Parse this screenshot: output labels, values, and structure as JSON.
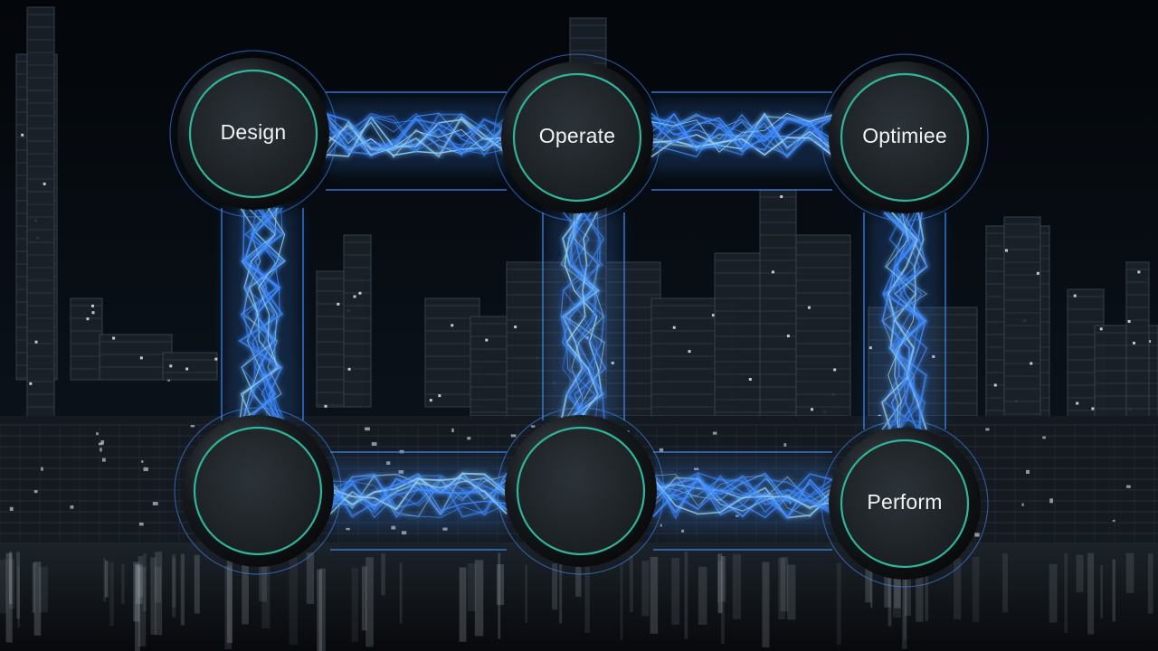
{
  "diagram": {
    "nodes": [
      {
        "id": "design",
        "label": "Design"
      },
      {
        "id": "operate",
        "label": "Operate"
      },
      {
        "id": "optimize",
        "label": "Optimiee"
      },
      {
        "id": "blank-1",
        "label": ""
      },
      {
        "id": "blank-2",
        "label": ""
      },
      {
        "id": "perform",
        "label": "Perform"
      }
    ],
    "links": [
      [
        "design",
        "operate"
      ],
      [
        "operate",
        "optimize"
      ],
      [
        "design",
        "blank-1"
      ],
      [
        "operate",
        "blank-2"
      ],
      [
        "optimize",
        "perform"
      ],
      [
        "blank-1",
        "blank-2"
      ],
      [
        "blank-2",
        "perform"
      ]
    ]
  },
  "colors": {
    "background": "#05080c",
    "skyline": "#3a4550",
    "skyline_lights": "#dfe7ee",
    "electric_blue": "#3f8bff",
    "electric_cyan": "#8fd0ff",
    "button_face": "#22282d",
    "button_ring": "#2fb59a",
    "label": "#eef3f6"
  }
}
